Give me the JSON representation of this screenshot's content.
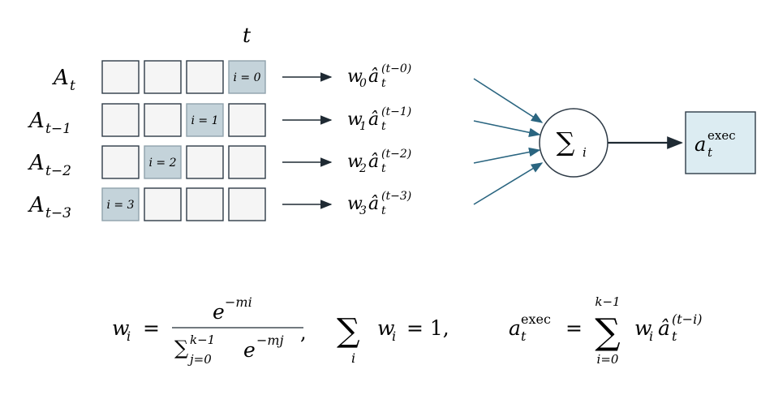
{
  "time_label": "t",
  "rows": [
    {
      "label_base": "A",
      "label_sub": "t",
      "highlight_col": 3,
      "index_label": "i = 0",
      "weight": "w",
      "weight_sub": "0",
      "chunk_sup": "(t−0)"
    },
    {
      "label_base": "A",
      "label_sub": "t−1",
      "highlight_col": 2,
      "index_label": "i = 1",
      "weight": "w",
      "weight_sub": "1",
      "chunk_sup": "(t−1)"
    },
    {
      "label_base": "A",
      "label_sub": "t−2",
      "highlight_col": 1,
      "index_label": "i = 2",
      "weight": "w",
      "weight_sub": "2",
      "chunk_sup": "(t−2)"
    },
    {
      "label_base": "A",
      "label_sub": "t−3",
      "highlight_col": 0,
      "index_label": "i = 3",
      "weight": "w",
      "weight_sub": "3",
      "chunk_sup": "(t−3)"
    }
  ],
  "chunk_symbol": "â",
  "chunk_sub": "t",
  "sum_node": {
    "symbol": "∑",
    "sub": "i"
  },
  "output": {
    "base": "a",
    "sup": "exec",
    "sub": "t"
  },
  "formulas": {
    "w_lhs": "w",
    "w_lhs_sub": "i",
    "numerator": "e",
    "numerator_sup": "−mi",
    "denominator_sum": "∑",
    "denominator_sup": "k−1",
    "denominator_sub": "j=0",
    "denominator_term": "e",
    "denominator_term_sup": "−mj",
    "constraint_sum": "∑",
    "constraint_sub": "i",
    "constraint_term": "w",
    "constraint_term_sub": "i",
    "constraint_rhs": "= 1,",
    "exec_lhs": "a",
    "exec_lhs_sup": "exec",
    "exec_lhs_sub": "t",
    "exec_sum": "∑",
    "exec_sum_sup": "k−1",
    "exec_sum_sub": "i=0",
    "exec_term": "w",
    "exec_term_sub": "i",
    "exec_chunk": "â",
    "exec_chunk_sub": "t",
    "exec_chunk_sup": "(t−i)"
  },
  "colors": {
    "ink": "#1f2a33",
    "cell_fill": "#f5f5f5",
    "cell_stroke": "#2e3b47",
    "highlight_fill": "#c4d3da",
    "highlight_stroke": "#90a2ac",
    "input_arrow": "#2a6580",
    "output_box_fill": "#dcecf2",
    "output_box_stroke": "#2e3b47"
  }
}
